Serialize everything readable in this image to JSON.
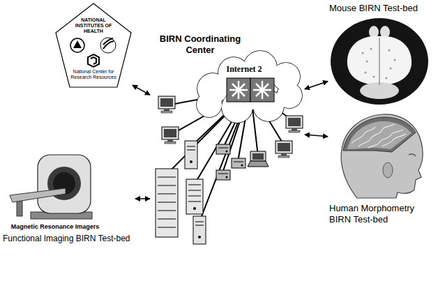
{
  "diagram": {
    "nodes": [
      {
        "text": [
          "NATIONAL INSTITUTES OF HEALTH",
          "National Center for Research Resources"
        ]
      },
      {
        "text": [
          "BIRN Coordinating Center",
          "Internet 2"
        ]
      },
      {
        "text": [
          "Mouse BIRN Test-bed"
        ]
      },
      {
        "text": [
          "Human Morphometry BIRN Test-bed"
        ]
      },
      {
        "text": [
          "Magnetic Resonance Imagers",
          "Functional Imaging BIRN Test-bed"
        ]
      }
    ],
    "edges": [
      {
        "from": 0,
        "to": 1,
        "arrow": "both"
      },
      {
        "from": 1,
        "to": 2,
        "arrow": "both"
      },
      {
        "from": 1,
        "to": 3,
        "arrow": "both"
      },
      {
        "from": 4,
        "to": 1,
        "arrow": "both"
      }
    ]
  }
}
